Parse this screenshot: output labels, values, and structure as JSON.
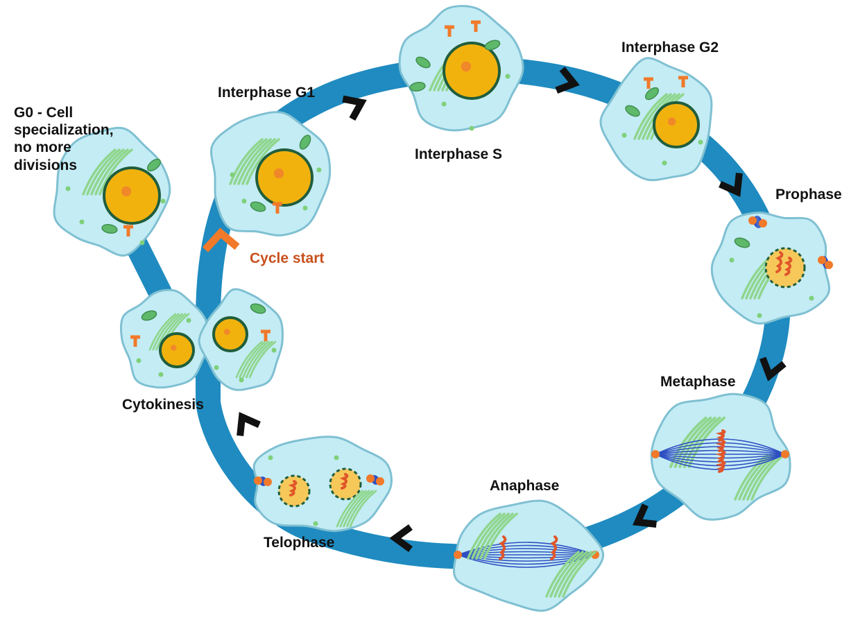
{
  "colors": {
    "ring": "#1f8bc0",
    "cell_fill": "#c4ecf5",
    "cell_edge": "#7fc0d2",
    "nucleus": "#f2b20e",
    "nucleus_edge": "#205e3c",
    "organelle": "#8fd68d",
    "orange": "#f07a2a",
    "spindle": "#2e4fc2",
    "arrow": "#111111",
    "start_arrow": "#f07a2a",
    "label": "#111111",
    "start_label": "#c8501c"
  },
  "labels": {
    "g0": "G0 - Cell\nspecialization,\nno more\ndivisions",
    "g1": "Interphase G1",
    "s": "Interphase S",
    "g2": "Interphase G2",
    "prophase": "Prophase",
    "metaphase": "Metaphase",
    "anaphase": "Anaphase",
    "telophase": "Telophase",
    "cytokinesis": "Cytokinesis",
    "cycle_start": "Cycle start"
  },
  "icons": [
    "chevron-arrow-icon",
    "cycle-start-arrow-icon"
  ]
}
